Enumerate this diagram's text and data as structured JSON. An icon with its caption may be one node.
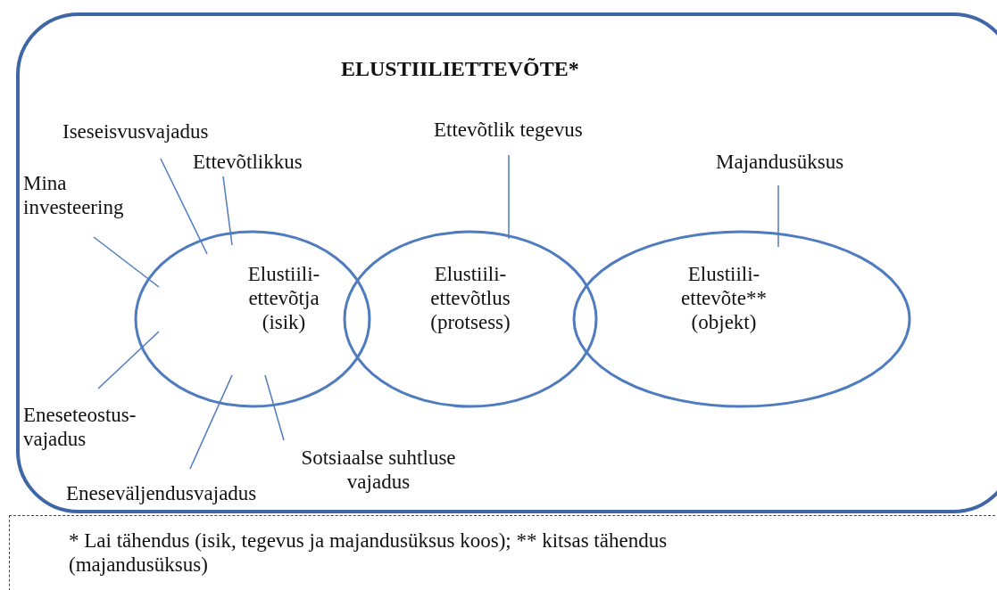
{
  "diagram": {
    "nodes": [
      {
        "text": [
          "ELUSTIILIETTEVÕTE*"
        ]
      },
      {
        "text": [
          "Elustiili- ettevõtja (isik)"
        ],
        "in": 0
      },
      {
        "text": [
          "Elustiili- ettevõtlus (protsess)"
        ],
        "in": 0
      },
      {
        "text": [
          "Elustiili- ettevõte** (objekt)"
        ],
        "in": 0
      },
      {
        "text": [
          "Iseseisvusvajadus"
        ],
        "in": 0
      },
      {
        "text": [
          "Ettevõtlikkus"
        ],
        "in": 0
      },
      {
        "text": [
          "Mina investeering"
        ],
        "in": 0
      },
      {
        "text": [
          "Eneseteostus- vajadus"
        ],
        "in": 0
      },
      {
        "text": [
          "Eneseväljendusvajadus"
        ],
        "in": 0
      },
      {
        "text": [
          "Sotsiaalse suhtluse vajadus"
        ],
        "in": 0
      },
      {
        "text": [
          "Ettevõtlik tegevus"
        ],
        "in": 0
      },
      {
        "text": [
          "Majandusüksus"
        ],
        "in": 0
      },
      {
        "text": [
          "* Lai tähendus (isik, tegevus ja majandusüksus koos); ** kitsas tähendus (majandusüksus)"
        ]
      }
    ],
    "edges": [
      {
        "from": 4,
        "to": 1,
        "arrow": "none"
      },
      {
        "from": 5,
        "to": 1,
        "arrow": "none"
      },
      {
        "from": 6,
        "to": 1,
        "arrow": "none"
      },
      {
        "from": 7,
        "to": 1,
        "arrow": "none"
      },
      {
        "from": 8,
        "to": 1,
        "arrow": "none"
      },
      {
        "from": 9,
        "to": 1,
        "arrow": "none"
      },
      {
        "from": 10,
        "to": 2,
        "arrow": "none"
      },
      {
        "from": 11,
        "to": 3,
        "arrow": "none"
      }
    ]
  }
}
